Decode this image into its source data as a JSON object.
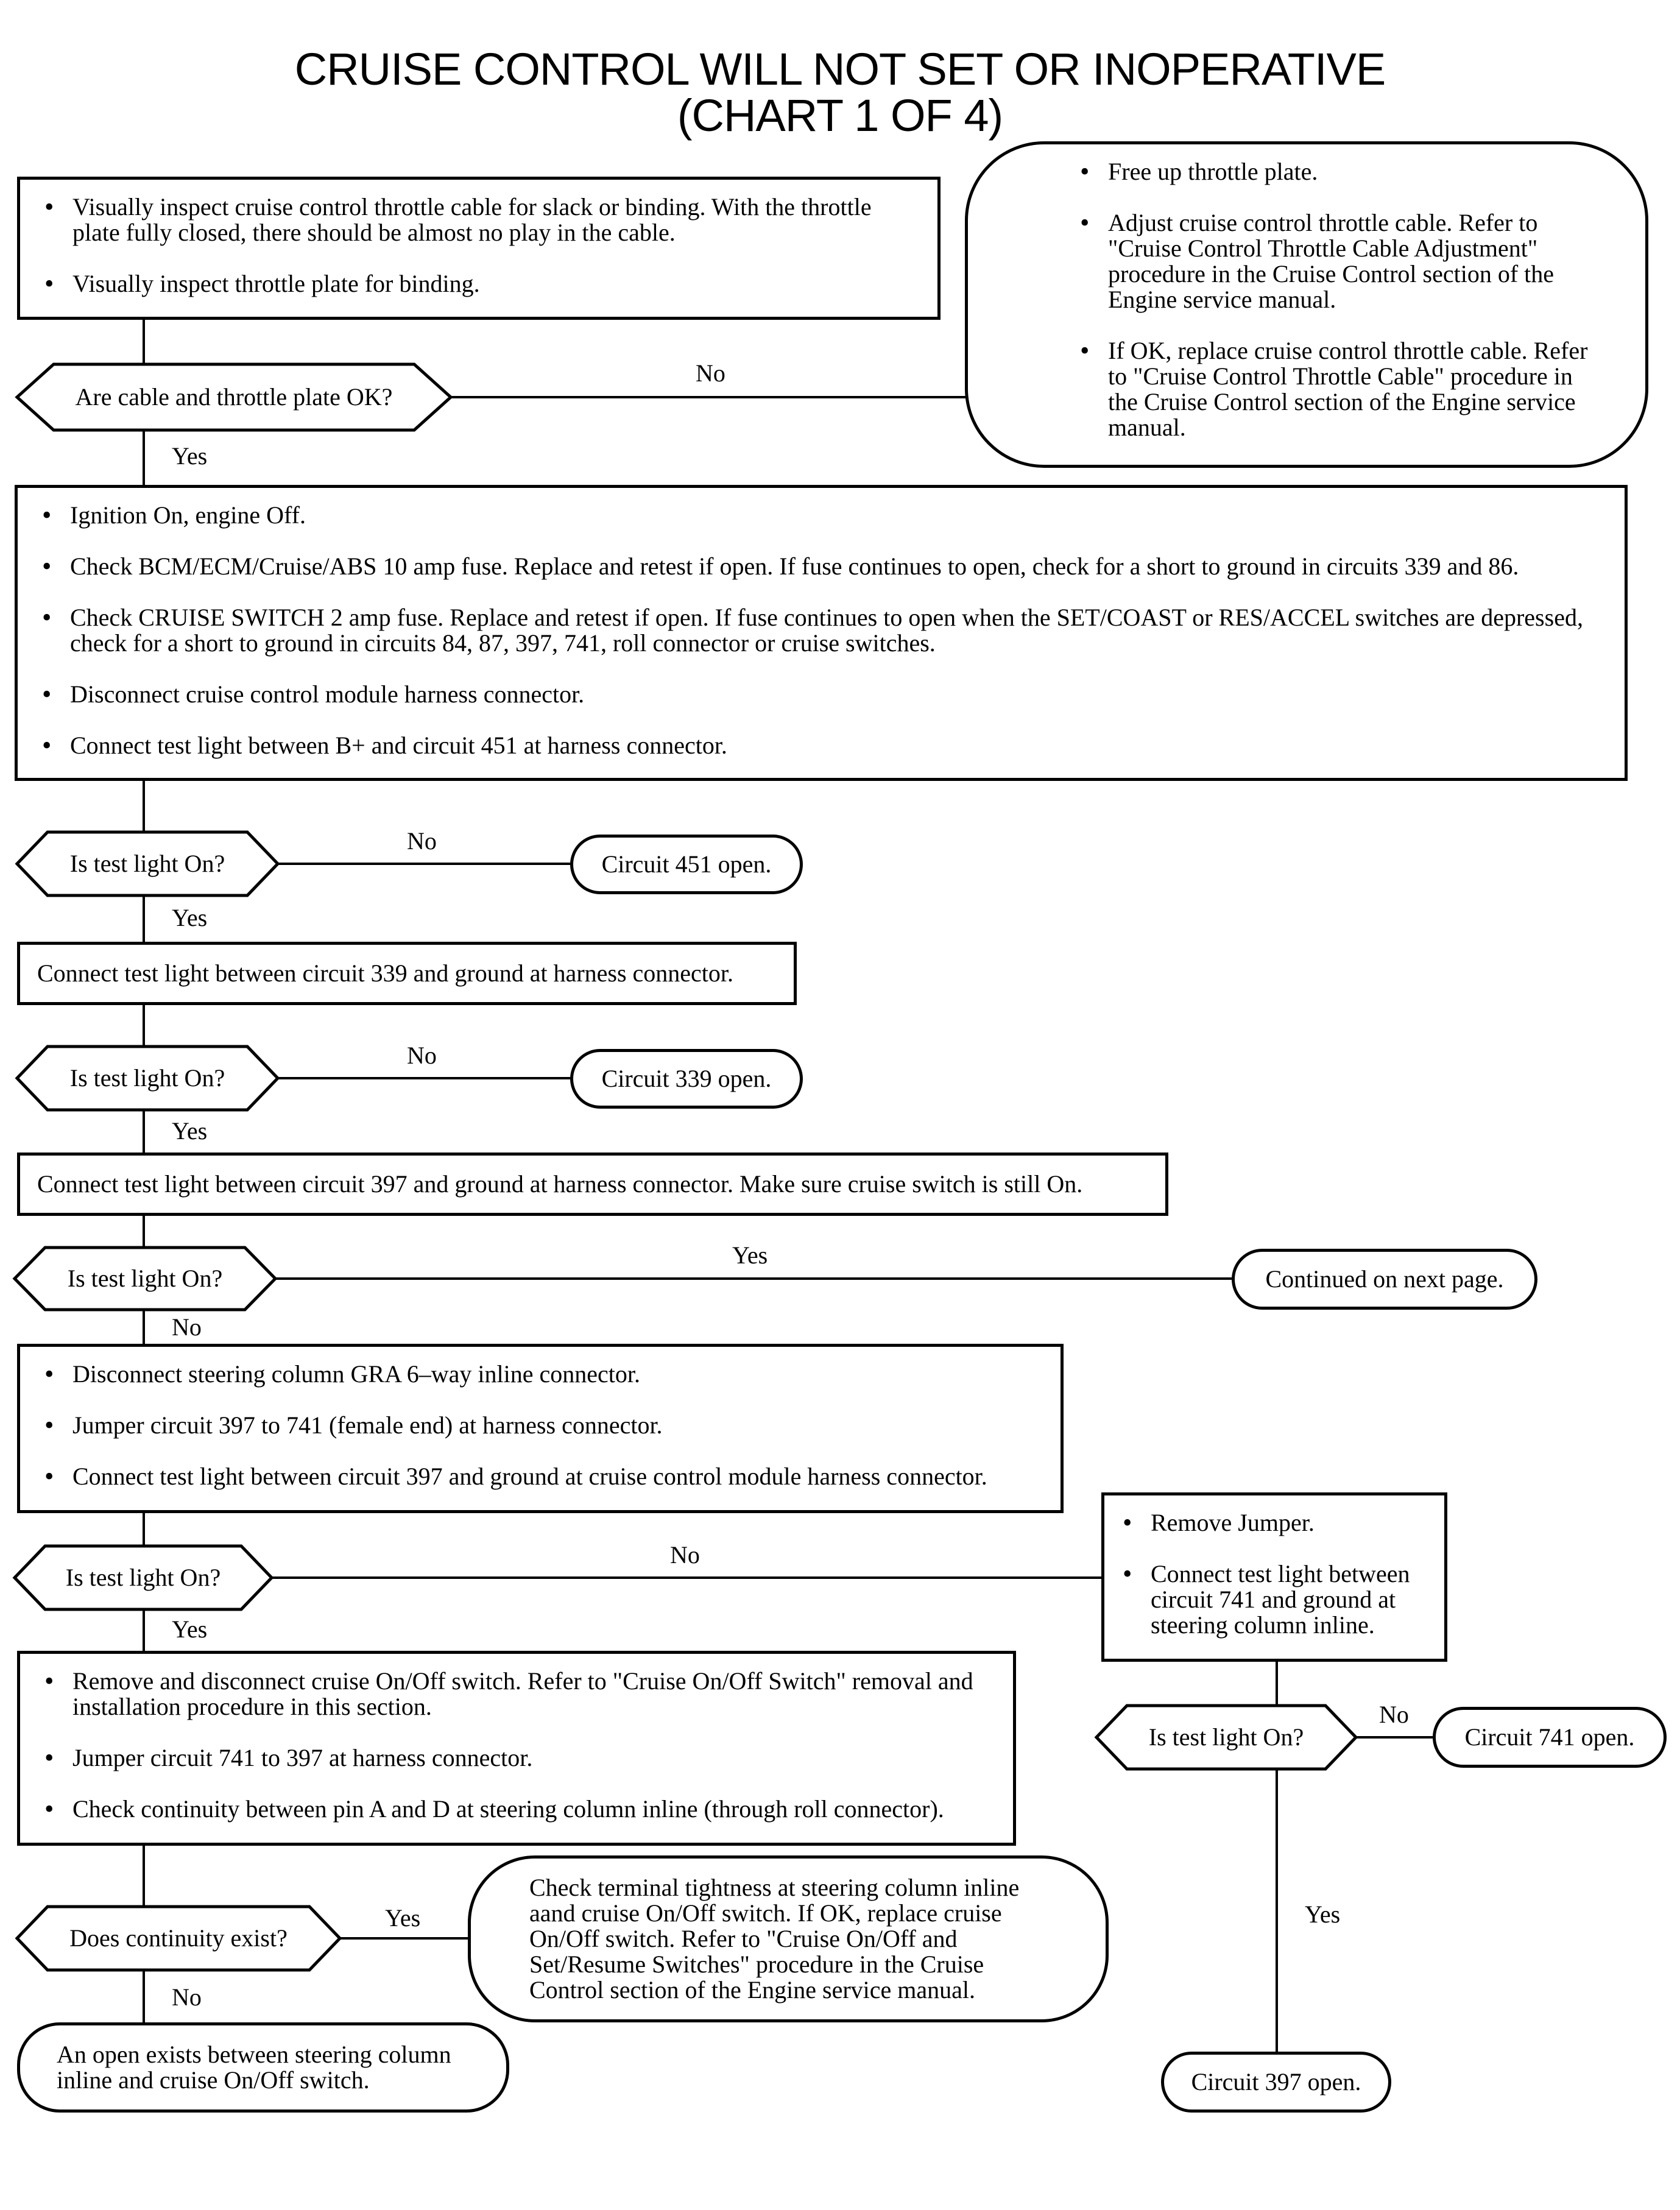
{
  "title": {
    "line1": "CRUISE CONTROL WILL NOT SET OR INOPERATIVE",
    "line2": "(CHART 1 OF 4)"
  },
  "boxes": {
    "inspect": [
      "Visually inspect cruise control throttle cable for slack or binding. With the throttle plate fully closed, there should be almost no play in the cable.",
      "Visually inspect throttle plate for binding."
    ],
    "throttle_fix": [
      "Free up throttle plate.",
      "Adjust cruise control throttle cable. Refer to \"Cruise Control Throttle Cable Adjustment\" procedure in the Cruise Control section of the Engine service manual.",
      "If OK, replace cruise control throttle cable. Refer to \"Cruise Control Throttle Cable\" procedure in the Cruise Control section of the Engine service manual."
    ],
    "ignition_checks": [
      "Ignition On, engine Off.",
      "Check BCM/ECM/Cruise/ABS 10 amp fuse. Replace and retest if open. If fuse continues to open, check for a short to ground in circuits 339 and 86.",
      "Check CRUISE SWITCH 2 amp fuse. Replace and retest if open. If fuse continues to open when the SET/COAST or RES/ACCEL switches are depressed, check for a short to ground in circuits 84, 87, 397, 741, roll connector or cruise switches.",
      "Disconnect cruise control module harness connector.",
      "Connect test light between B+ and circuit 451 at harness connector."
    ],
    "circuit_451_open": "Circuit 451 open.",
    "test_339": "Connect test light between circuit 339 and ground at harness connector.",
    "circuit_339_open": "Circuit 339 open.",
    "test_397": "Connect test light between circuit 397 and ground at harness connector. Make sure cruise switch is still On.",
    "continued": "Continued on next page.",
    "gra_checks": [
      "Disconnect steering column GRA 6–way inline connector.",
      "Jumper circuit 397 to 741 (female end) at harness connector.",
      "Connect test light between circuit 397 and ground at cruise control module harness connector."
    ],
    "remove_jumper": [
      "Remove Jumper.",
      "Connect test light between circuit 741 and ground at steering column inline."
    ],
    "circuit_741_open": "Circuit 741 open.",
    "switch_checks": [
      "Remove and disconnect cruise On/Off switch. Refer to \"Cruise On/Off Switch\" removal and installation procedure in this section.",
      "Jumper circuit 741 to 397 at harness connector.",
      "Check continuity between pin A and D at steering column inline (through roll connector)."
    ],
    "terminal_tightness": "Check terminal tightness at steering column inline aand cruise On/Off switch. If OK, replace cruise On/Off switch. Refer to \"Cruise On/Off and Set/Resume Switches\" procedure in the Cruise Control section of the Engine service manual.",
    "open_between": "An open exists between steering column inline and cruise On/Off switch.",
    "circuit_397_open": "Circuit 397 open."
  },
  "decisions": {
    "cable_ok": "Are cable and throttle plate OK?",
    "light_1": "Is test light On?",
    "light_2": "Is test light On?",
    "light_3": "Is test light On?",
    "light_4": "Is test light On?",
    "light_5": "Is test light On?",
    "continuity": "Does continuity exist?"
  },
  "edge_labels": {
    "cable_no": "No",
    "cable_yes": "Yes",
    "light1_no": "No",
    "light1_yes": "Yes",
    "light2_no": "No",
    "light2_yes": "Yes",
    "light3_yes": "Yes",
    "light3_no": "No",
    "light4_no": "No",
    "light4_yes": "Yes",
    "light5_no": "No",
    "light5_yes": "Yes",
    "continuity_yes": "Yes",
    "continuity_no": "No"
  }
}
